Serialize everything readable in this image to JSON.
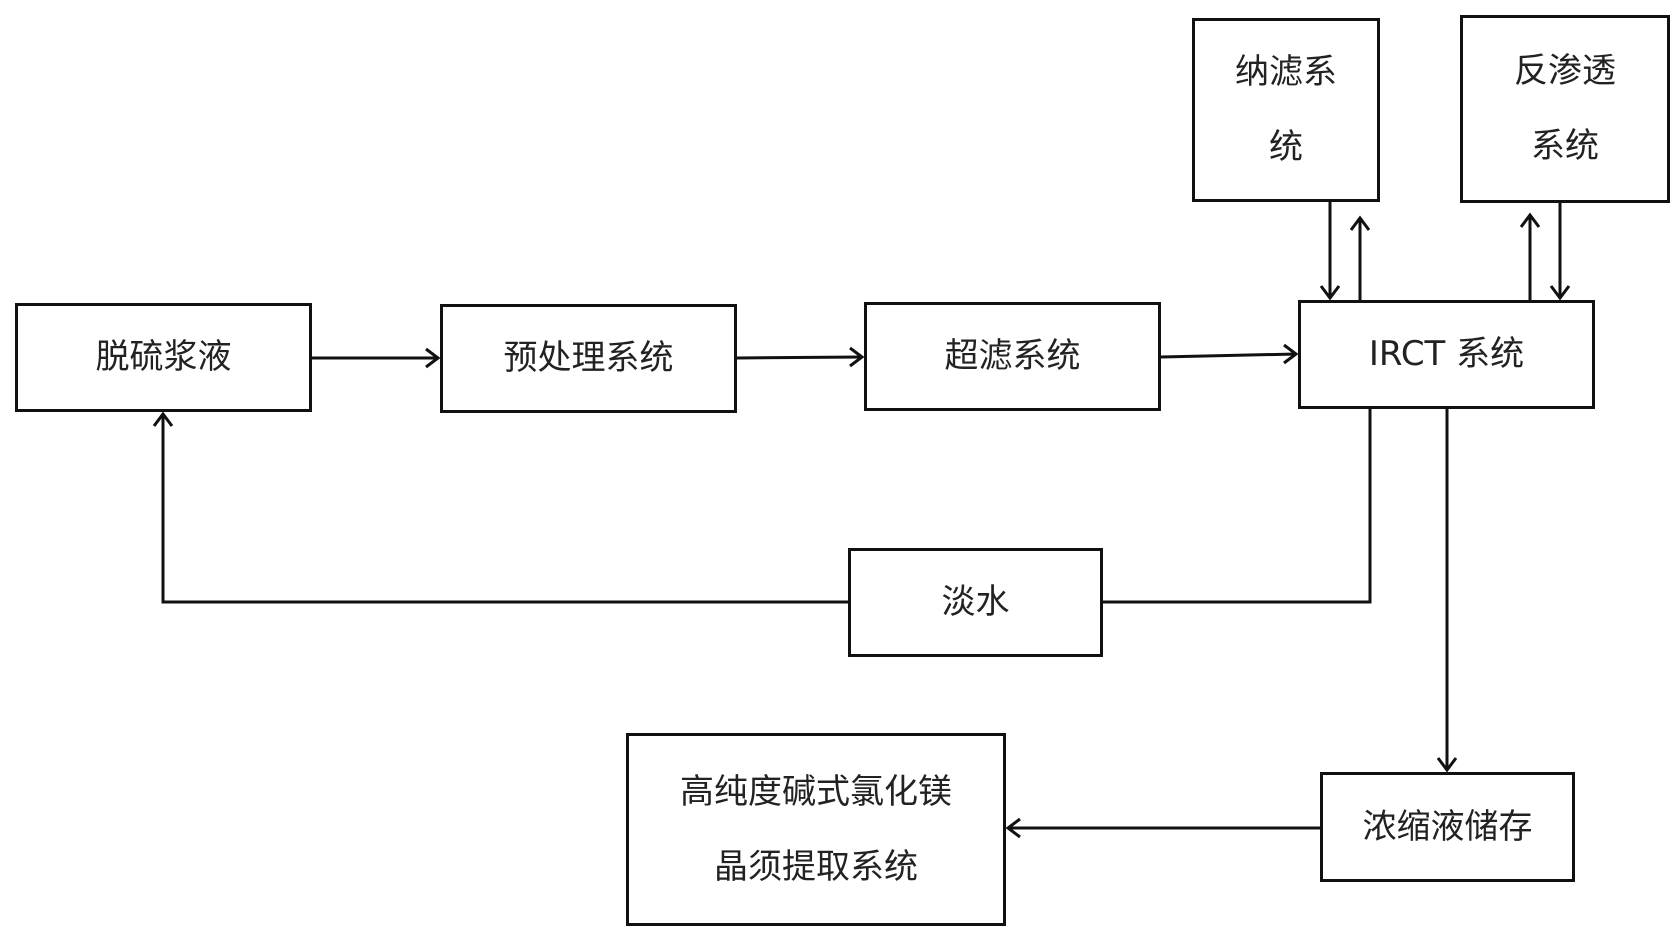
{
  "diagram": {
    "nodes": {
      "desulfurization": {
        "lines": [
          "脱硫浆液"
        ]
      },
      "pretreatment": {
        "lines": [
          "预处理系统"
        ]
      },
      "ultrafiltration": {
        "lines": [
          "超滤系统"
        ]
      },
      "irct": {
        "lines": [
          "IRCT 系统"
        ]
      },
      "nanofiltration": {
        "lines": [
          "纳滤系",
          "统"
        ]
      },
      "reverse_osmosis": {
        "lines": [
          "反渗透",
          "系统"
        ]
      },
      "fresh_water": {
        "lines": [
          "淡水"
        ]
      },
      "concentrate": {
        "lines": [
          "浓缩液储存"
        ]
      },
      "extraction": {
        "lines": [
          "高纯度碱式氯化镁",
          "晶须提取系统"
        ]
      }
    },
    "edges": [
      {
        "from": "desulfurization",
        "to": "pretreatment"
      },
      {
        "from": "pretreatment",
        "to": "ultrafiltration"
      },
      {
        "from": "ultrafiltration",
        "to": "irct"
      },
      {
        "from": "nanofiltration",
        "to": "irct"
      },
      {
        "from": "irct",
        "to": "nanofiltration"
      },
      {
        "from": "irct",
        "to": "reverse_osmosis"
      },
      {
        "from": "reverse_osmosis",
        "to": "irct"
      },
      {
        "from": "irct",
        "to": "fresh_water"
      },
      {
        "from": "fresh_water",
        "to": "desulfurization"
      },
      {
        "from": "irct",
        "to": "concentrate"
      },
      {
        "from": "concentrate",
        "to": "extraction"
      }
    ],
    "colors": {
      "line": "#111111",
      "text": "#222222",
      "background": "#ffffff"
    }
  }
}
